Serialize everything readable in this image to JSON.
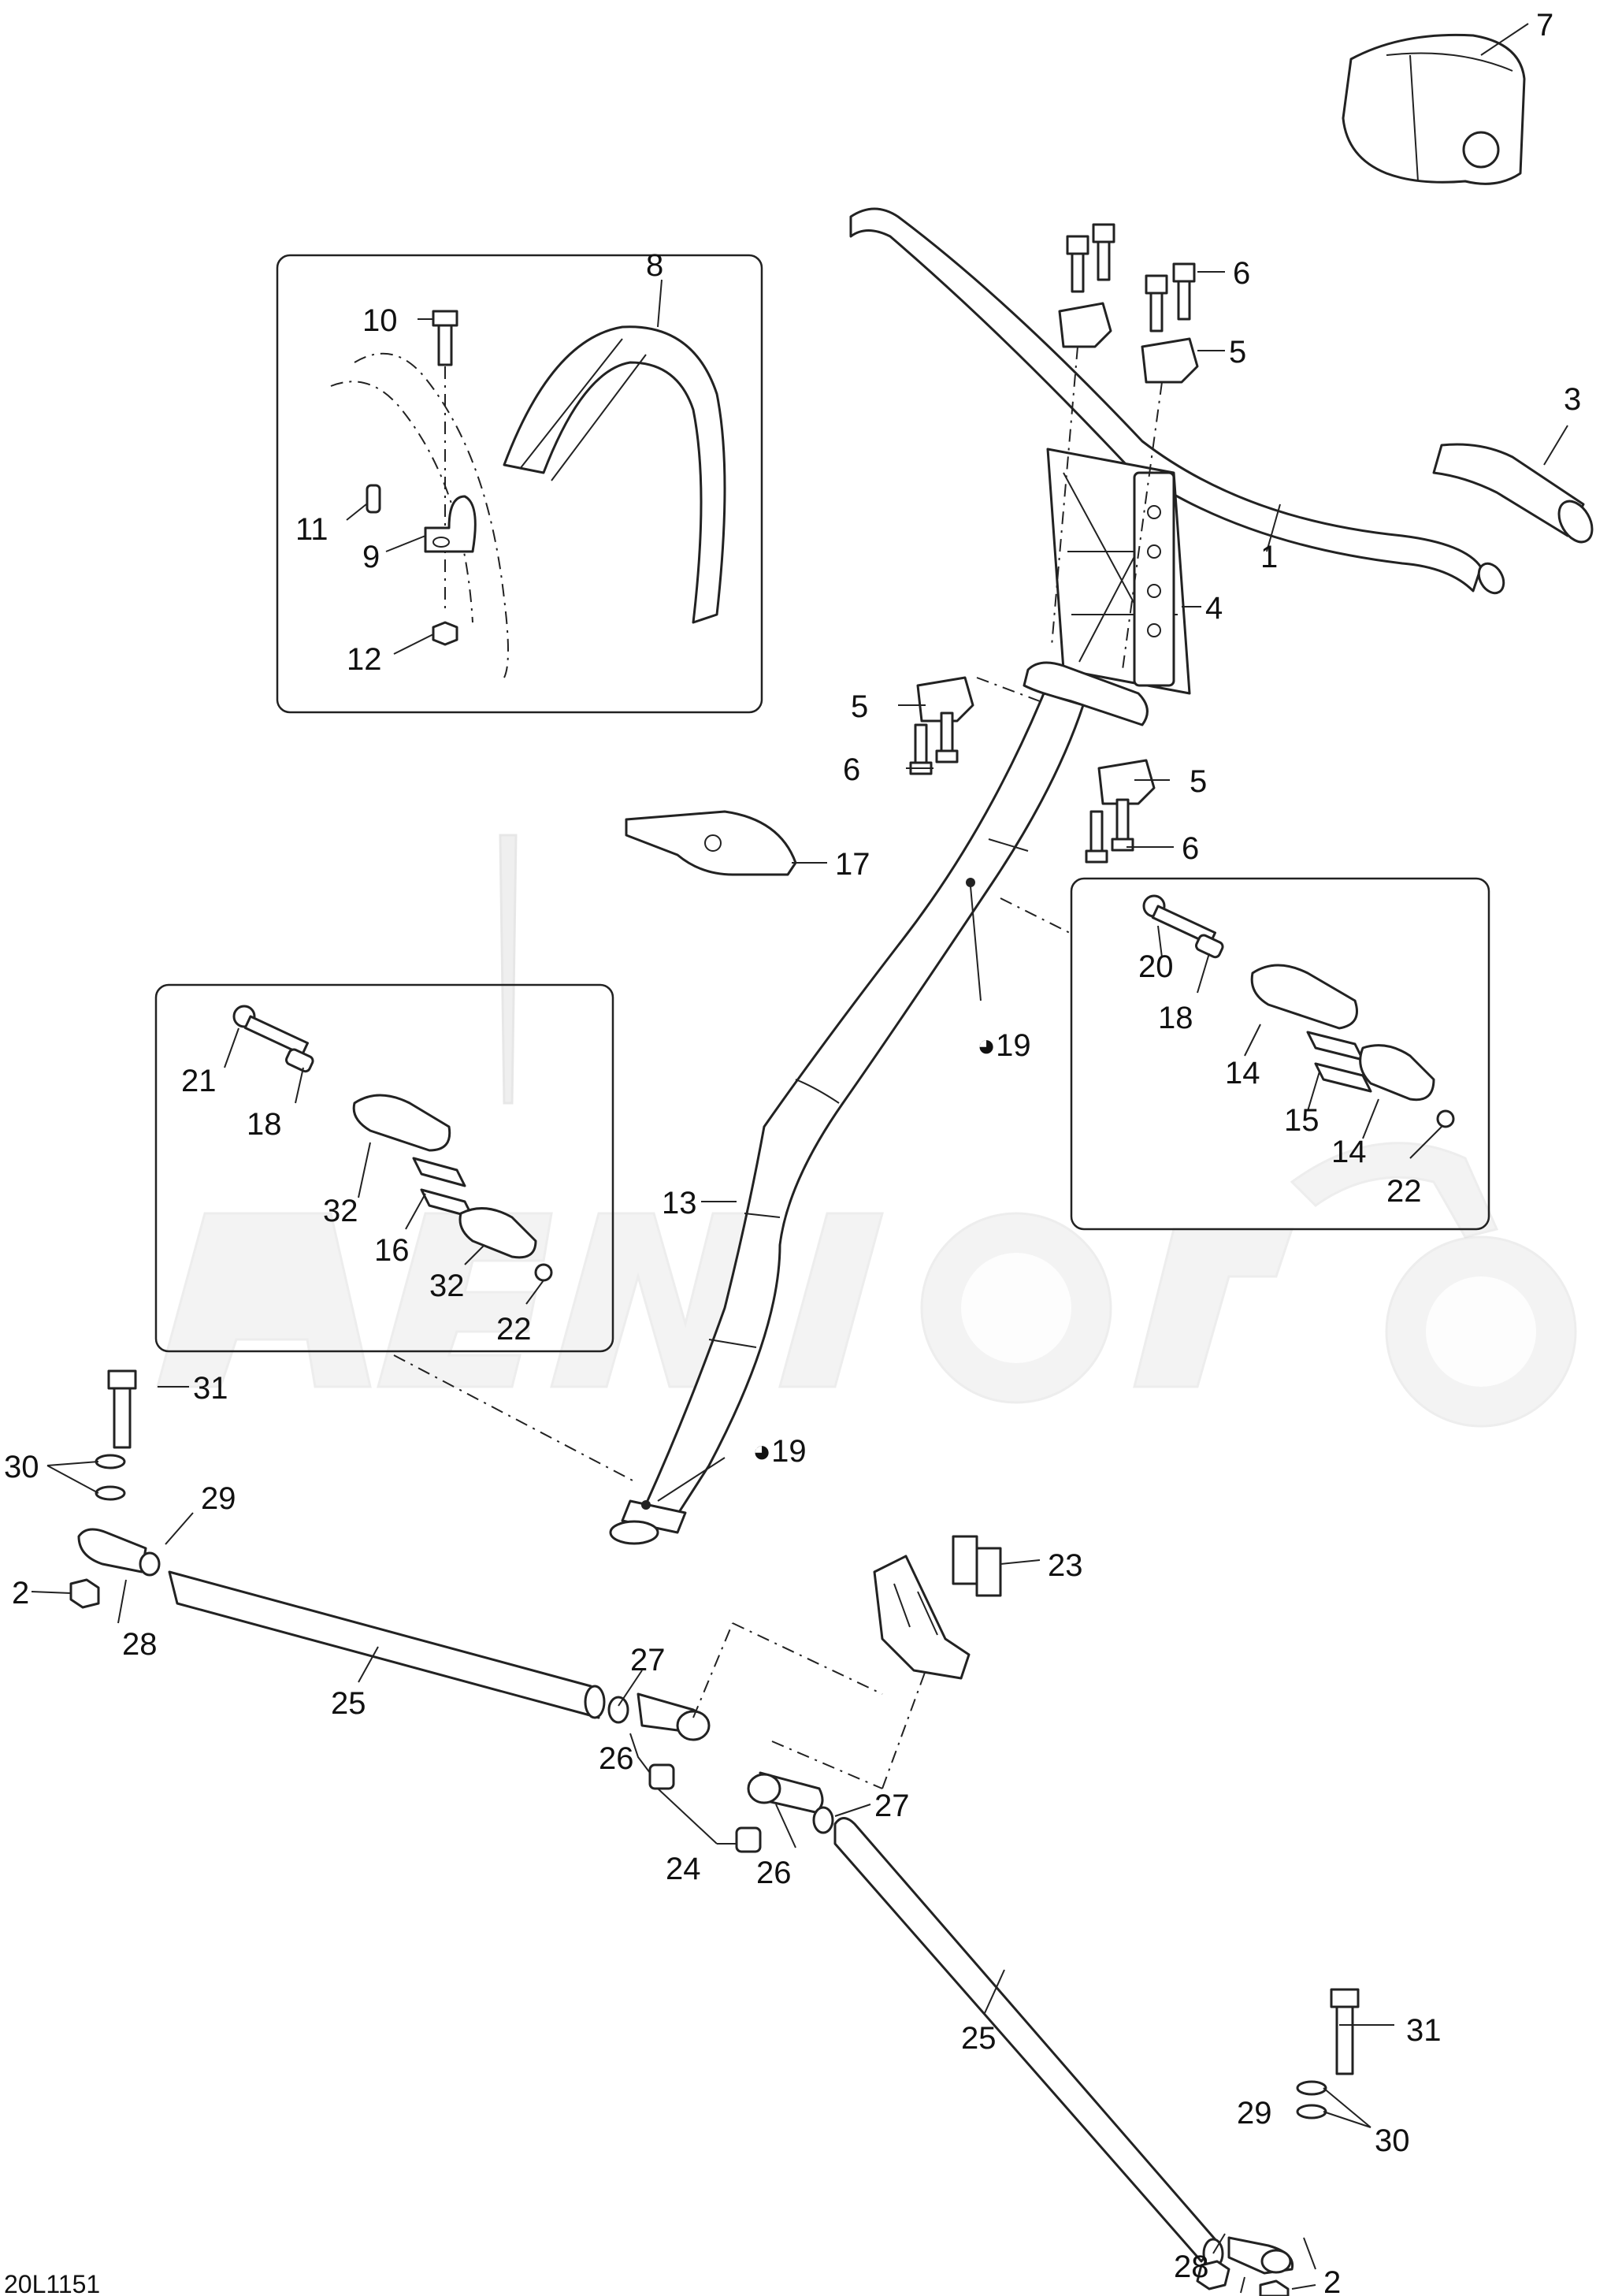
{
  "diagram_code": "20L1151",
  "callouts": {
    "c1": "1",
    "c2a": "2",
    "c2b": "2",
    "c3": "3",
    "c4": "4",
    "c5a": "5",
    "c5b": "5",
    "c5c": "5",
    "c6a": "6",
    "c6b": "6",
    "c6c": "6",
    "c7": "7",
    "c8": "8",
    "c9": "9",
    "c10": "10",
    "c11": "11",
    "c12": "12",
    "c13": "13",
    "c14a": "14",
    "c14b": "14",
    "c15": "15",
    "c16": "16",
    "c17": "17",
    "c18a": "18",
    "c18b": "18",
    "c19a": "19",
    "c19b": "19",
    "c20": "20",
    "c21": "21",
    "c22a": "22",
    "c22b": "22",
    "c23": "23",
    "c24": "24",
    "c25a": "25",
    "c25b": "25",
    "c26a": "26",
    "c26b": "26",
    "c27a": "27",
    "c27b": "27",
    "c28a": "28",
    "c28b": "28",
    "c29a": "29",
    "c29b": "29",
    "c30a": "30",
    "c30b": "30",
    "c31a": "31",
    "c31b": "31",
    "c32a": "32",
    "c32b": "32"
  },
  "colors": {
    "line": "#222222",
    "watermark": "#e6e6e6"
  }
}
